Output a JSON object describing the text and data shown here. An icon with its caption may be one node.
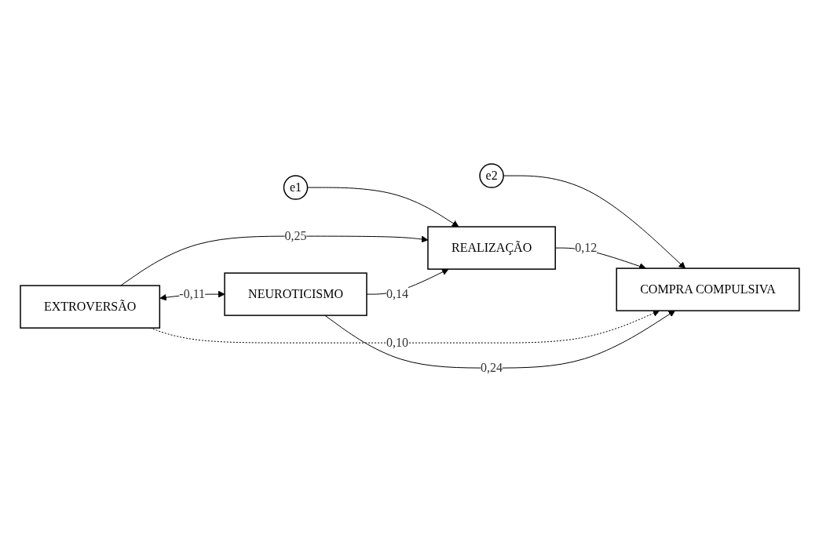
{
  "diagram": {
    "nodes": [
      {
        "text": [
          "e1"
        ]
      },
      {
        "text": [
          "e2"
        ]
      },
      {
        "text": [
          "REALIZAÇÃO"
        ]
      },
      {
        "text": [
          "EXTROVERSÃO"
        ]
      },
      {
        "text": [
          "COMPRA COMPULSIVA"
        ]
      },
      {
        "text": [
          "NEUROTICISMO"
        ]
      }
    ],
    "edges": [
      {
        "from": 0,
        "to": 2,
        "arrow": "to"
      },
      {
        "from": 1,
        "to": 4,
        "arrow": "to"
      },
      {
        "from": 3,
        "to": 2,
        "arrow": "to",
        "label": "0,25"
      },
      {
        "from": 2,
        "to": 4,
        "arrow": "to",
        "label": "0,12"
      },
      {
        "from": 3,
        "to": 4,
        "arrow": "to",
        "label": "0,10",
        "style": "dashed"
      },
      {
        "from": 5,
        "to": 2,
        "arrow": "to",
        "label": "0,14"
      },
      {
        "from": 5,
        "to": 4,
        "arrow": "to",
        "label": "0,24"
      },
      {
        "from": 3,
        "to": 5,
        "arrow": "both",
        "label": "-0,11"
      }
    ]
  }
}
